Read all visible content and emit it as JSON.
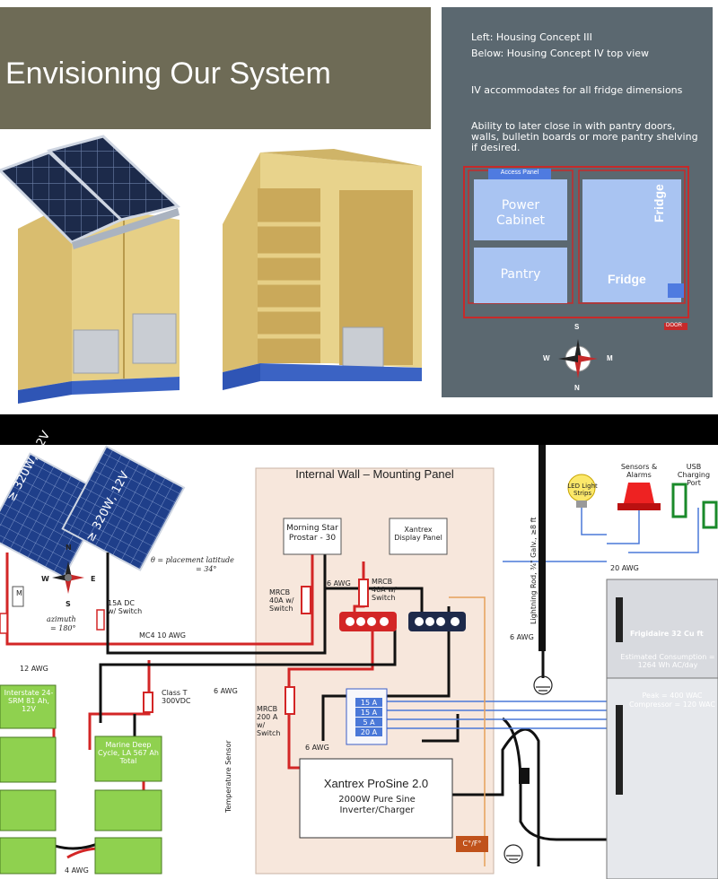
{
  "slide": {
    "title": "Envisioning Our System",
    "notes": [
      "Left: Housing Concept III",
      "Below: Housing Concept IV top view",
      "IV accommodates for all fridge dimensions",
      "Ability to later close in with pantry doors, walls, bulletin boards or more pantry shelving if desired."
    ],
    "plan": {
      "access_panel": "Access Panel",
      "power_cabinet": "Power Cabinet",
      "pantry": "Pantry",
      "fridge_center": "Fridge",
      "fridge_side": "Fridge",
      "door": "DOOR",
      "compass": [
        "S",
        "W",
        "M",
        "N"
      ]
    }
  },
  "diagram": {
    "panels": [
      "≥ 320W, 12V",
      "≥ 320W, 12V"
    ],
    "compass": [
      "N",
      "W",
      "E",
      "S"
    ],
    "placement": "θ = placement latitude",
    "placement_value": "= 34°",
    "azimuth": "azimuth",
    "azimuth_value": "= 180°",
    "dc_switch": "15A DC w/ Switch",
    "mc4": "MC4 10 AWG",
    "awg12": "12 AWG",
    "awg6a": "6 AWG",
    "awg6b": "6 AWG",
    "awg6c": "6 AWG",
    "awg6d": "6 AWG",
    "awg4": "4 AWG",
    "awg20": "20 AWG",
    "m_label": "M",
    "wall_title": "Internal Wall – Mounting Panel",
    "morning_star": "Morning Star Prostar - 30",
    "xantrex_display": "Xantrex Display Panel",
    "mrcb1": "MRCB 40A w/ Switch",
    "mrcb2": "MRCB 40A w/ Switch",
    "mrcb3": "MRCB 200 A w/ Switch",
    "class_t": "Class T 300VDC",
    "battery1": "Interstate 24-SRM 81 Ah, 12V",
    "battery2": "Marine Deep Cycle, LA 567 Ah Total",
    "temp_sensor": "Temperature Sensor",
    "fuses": [
      "15 A",
      "15 A",
      "5 A",
      "20 A"
    ],
    "inverter_title": "Xantrex ProSine 2.0",
    "inverter_sub": "2000W Pure Sine Inverter/Charger",
    "cf_badge": "C°/F°",
    "lightning": "Lightning Rod, ¾\" Galv., ≥8 ft",
    "led": "LED Light Strips",
    "sensors": "Sensors & Alarms",
    "usb": "USB Charging Port",
    "fridge_name": "Frigidaire 32 Cu ft",
    "consumption": "Estimated Consumption = 1264 Wh AC/day",
    "peak": "Peak = 400 WAC",
    "compressor": "Compressor = 120 WAC"
  }
}
